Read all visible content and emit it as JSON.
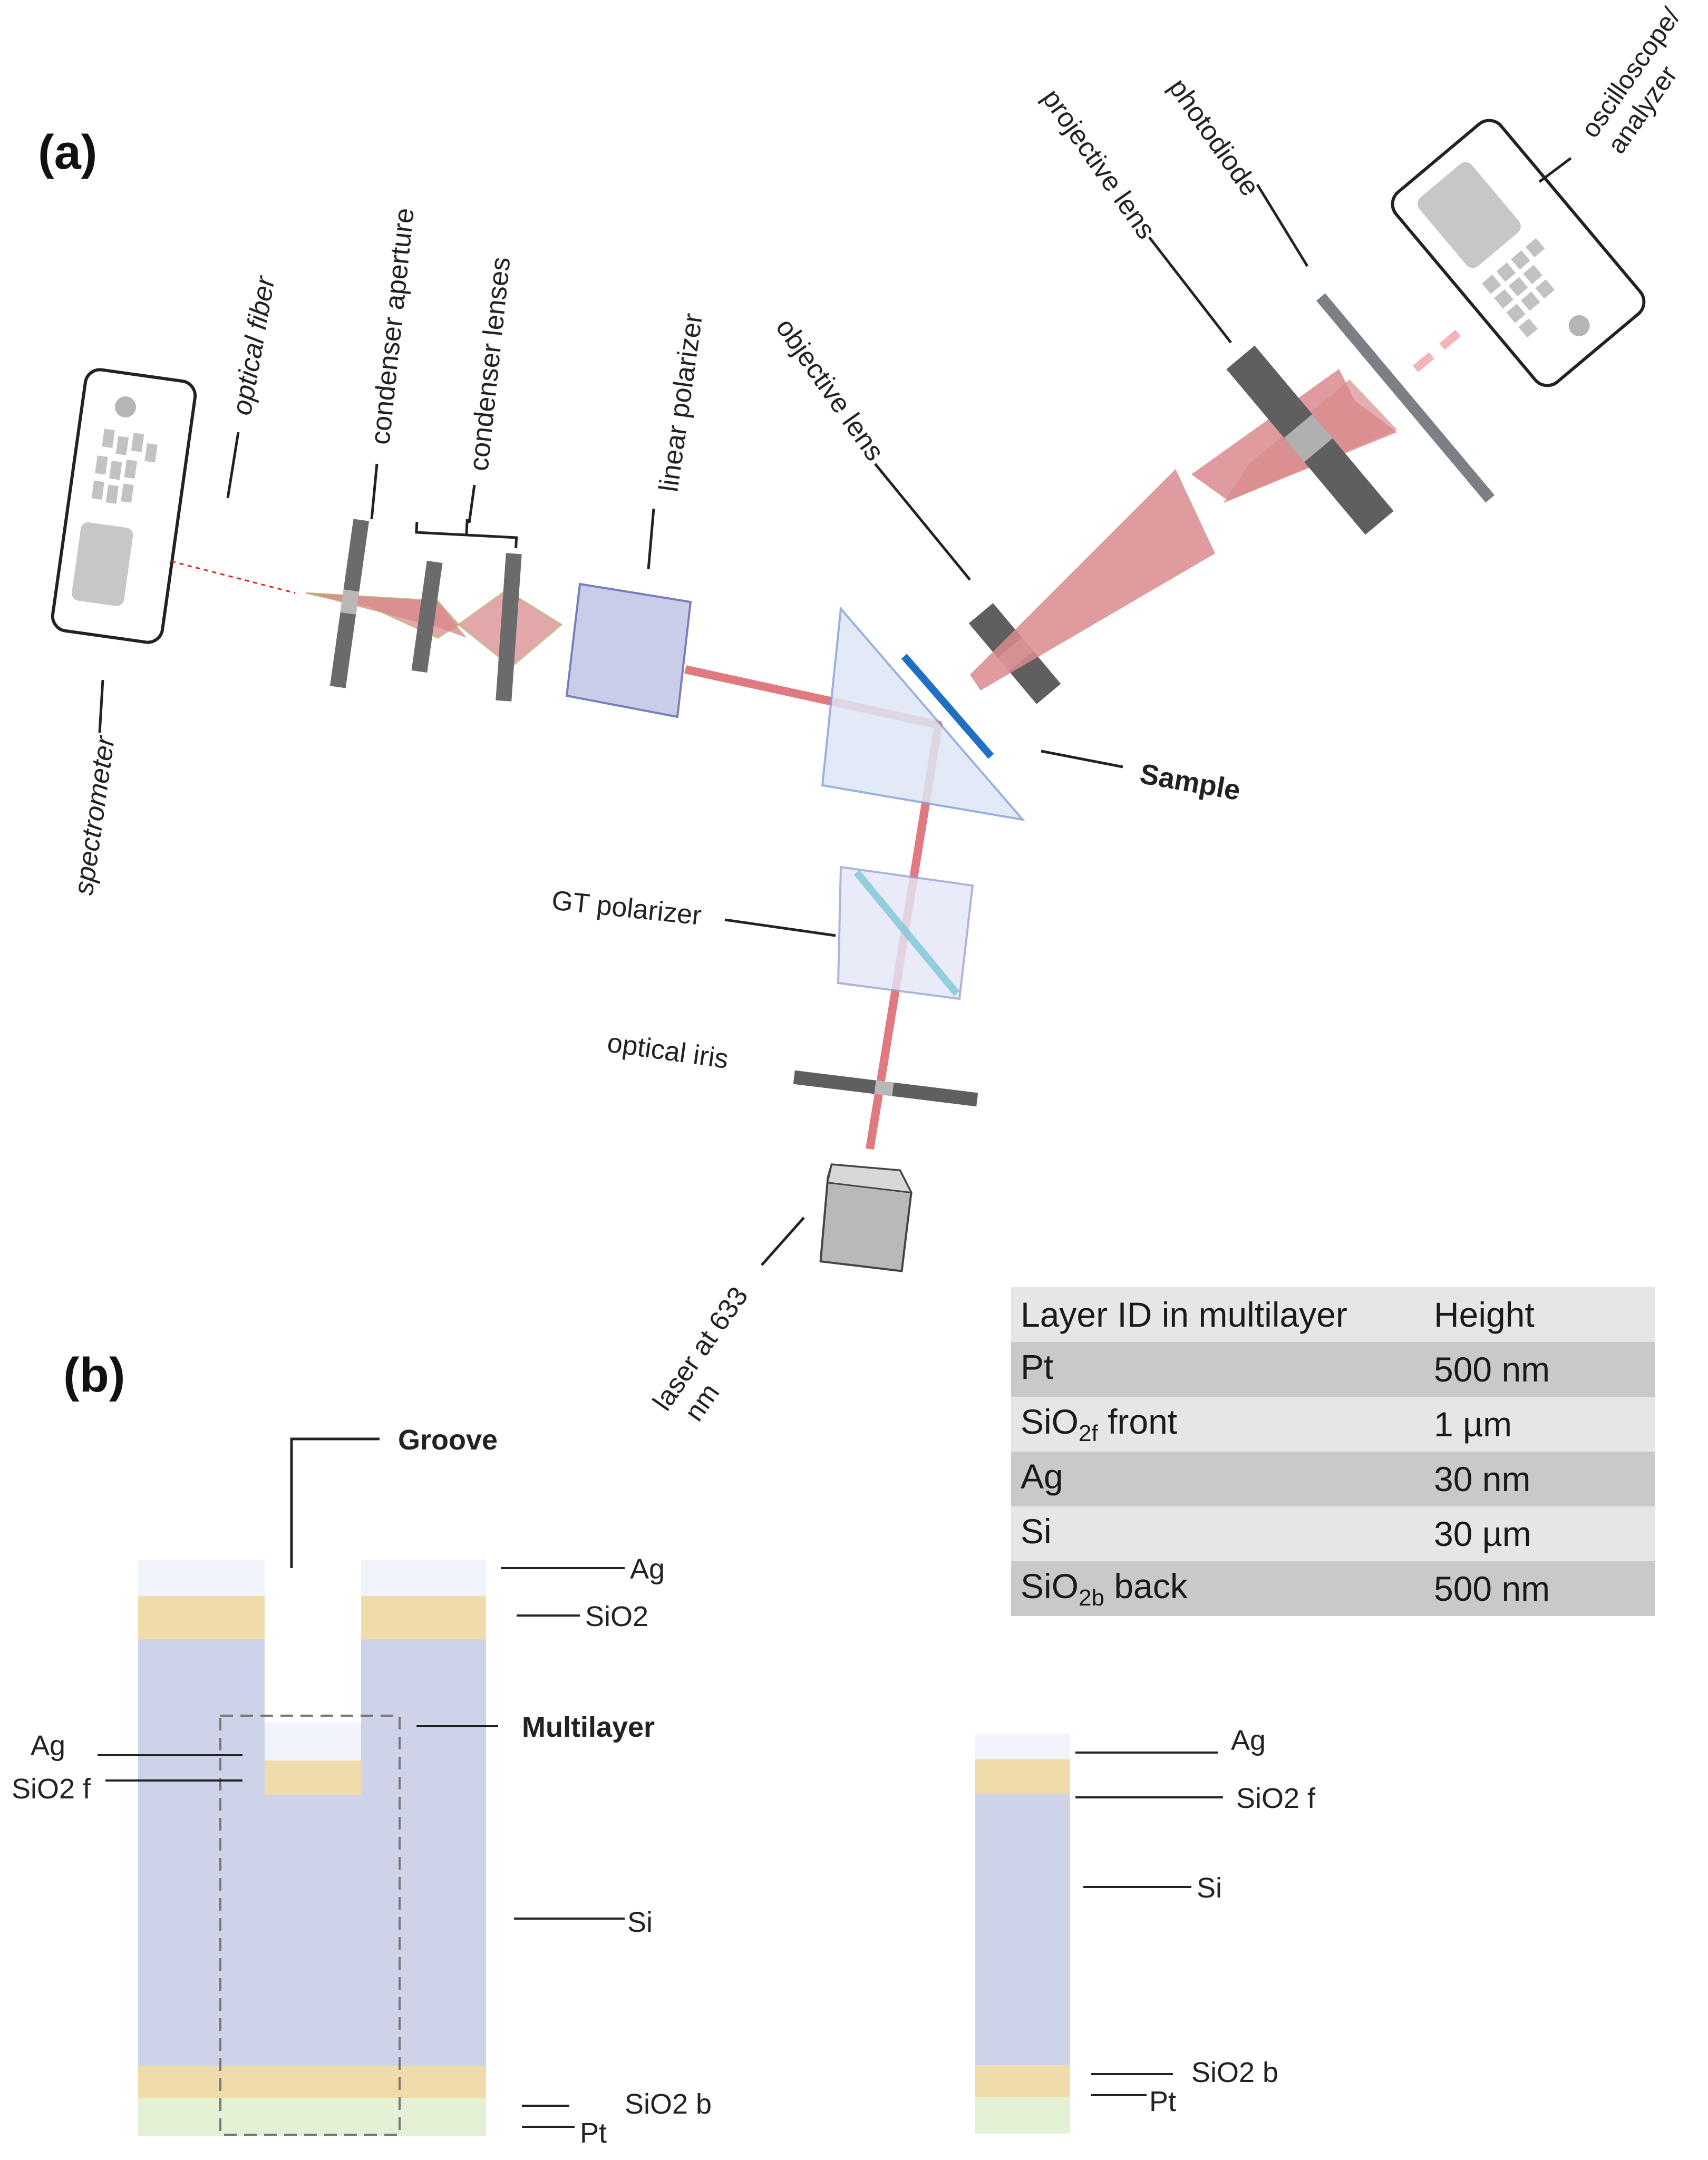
{
  "panels": {
    "a": "(a)",
    "b": "(b)"
  },
  "setup_labels": {
    "spectrometer": "spectrometer",
    "optical_fiber": "optical fiber",
    "condenser_aperture": "condenser aperture",
    "condenser_lenses": "condenser lenses",
    "linear_polarizer": "linear polarizer",
    "objective_lens": "objective lens",
    "projective_lens": "projective lens",
    "photodiode": "photodiode",
    "oscilloscope_line1": "oscilloscope/",
    "oscilloscope_line2": "analyzer",
    "sample": "Sample",
    "gt_polarizer": "GT polarizer",
    "optical_iris": "optical iris",
    "laser_line1": "laser at 633",
    "laser_line2": "nm"
  },
  "groove_labels": {
    "groove": "Groove",
    "multilayer": "Multilayer",
    "ag_top": "Ag",
    "sio2_top": "SiO2",
    "ag_inner": "Ag",
    "sio2f_inner": "SiO2 f",
    "si": "Si",
    "sio2b": "SiO2 b",
    "pt": "Pt"
  },
  "stack_labels": {
    "ag": "Ag",
    "sio2f": "SiO2 f",
    "si": "Si",
    "sio2b": "SiO2 b",
    "pt": "Pt"
  },
  "table": {
    "header": {
      "layer": "Layer ID in multilayer",
      "height": "Height"
    },
    "rows": [
      {
        "layer_main": "Pt",
        "layer_sub": "",
        "layer_suffix": "",
        "height": "500 nm"
      },
      {
        "layer_main": "SiO",
        "layer_sub": "2f",
        "layer_suffix": " front",
        "height": "1 µm"
      },
      {
        "layer_main": "Ag",
        "layer_sub": "",
        "layer_suffix": "",
        "height": "30 nm"
      },
      {
        "layer_main": "Si",
        "layer_sub": "",
        "layer_suffix": "",
        "height": "30 µm"
      },
      {
        "layer_main": "SiO",
        "layer_sub": "2b",
        "layer_suffix": " back",
        "height": "500 nm"
      }
    ]
  },
  "colors": {
    "beam": "#e07a80",
    "cone": "#d98a8c",
    "component_gray": "#6b6b6b",
    "prism_fill": "#dfe7f6",
    "sample_blue": "#1f6fc4",
    "polarizer_fill": "#c9cdea",
    "layer_ag": "#f1f4fb",
    "layer_sio2": "#efdcaa",
    "layer_si": "#ced3ea",
    "layer_pt": "#e4f1d4"
  }
}
